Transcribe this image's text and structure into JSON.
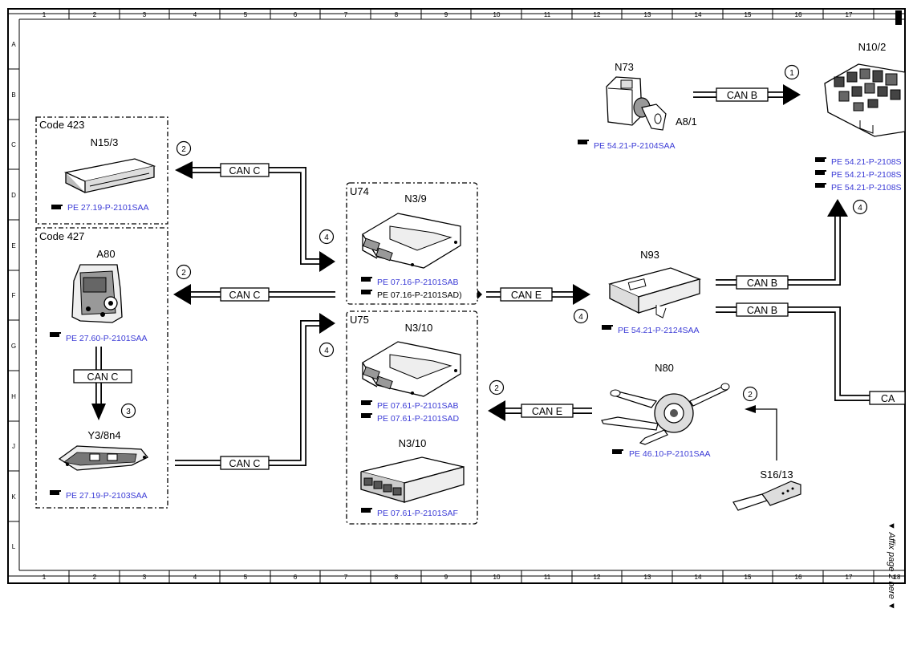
{
  "grid": {
    "columns": [
      "1",
      "2",
      "3",
      "4",
      "5",
      "6",
      "7",
      "8",
      "9",
      "10",
      "11",
      "12",
      "13",
      "14",
      "15",
      "16",
      "17",
      "18"
    ],
    "rows": [
      "A",
      "B",
      "C",
      "D",
      "E",
      "F",
      "G",
      "H",
      "J",
      "K",
      "L"
    ]
  },
  "groups": {
    "code423": "Code 423",
    "code427": "Code 427",
    "u74": "U74",
    "u75": "U75"
  },
  "components": {
    "n15_3": {
      "name": "N15/3",
      "ref": "PE 27.19-P-2101SAA"
    },
    "a80": {
      "name": "A80",
      "ref": "PE 27.60-P-2101SAA"
    },
    "y3_8n4": {
      "name": "Y3/8n4",
      "ref": "PE 27.19-P-2103SAA"
    },
    "n3_9": {
      "name": "N3/9",
      "ref1": "PE 07.16-P-2101SAB",
      "ref2": "PE 07.16-P-2101SAD)"
    },
    "n3_10a": {
      "name": "N3/10",
      "ref1": "PE 07.61-P-2101SAB",
      "ref2": "PE 07.61-P-2101SAD"
    },
    "n3_10b": {
      "name": "N3/10",
      "ref": "PE 07.61-P-2101SAF"
    },
    "n73": {
      "name": "N73",
      "ref": "PE 54.21-P-2104SAA"
    },
    "a8_1": {
      "name": "A8/1"
    },
    "n10_2": {
      "name": "N10/2",
      "ref1": "PE 54.21-P-2108S",
      "ref2": "PE 54.21-P-2108S",
      "ref3": "PE 54.21-P-2108S"
    },
    "n93": {
      "name": "N93",
      "ref": "PE 54.21-P-2124SAA"
    },
    "n80": {
      "name": "N80",
      "ref": "PE 46.10-P-2101SAA"
    },
    "s16_13": {
      "name": "S16/13"
    }
  },
  "buses": {
    "can_c_1": "CAN C",
    "can_c_2": "CAN C",
    "can_c_3": "CAN C",
    "can_c_4": "CAN C",
    "can_e_1": "CAN E",
    "can_e_2": "CAN E",
    "can_b_1": "CAN B",
    "can_b_2": "CAN B",
    "can_b_3": "CAN B",
    "can_b_4": "CA"
  },
  "markers": {
    "m1": "1",
    "m2a": "2",
    "m2b": "2",
    "m2c": "2",
    "m2d": "2",
    "m3": "3",
    "m4a": "4",
    "m4b": "4",
    "m4c": "4",
    "m4d": "4"
  },
  "side_note": "▼ Affix page 2 here ▼"
}
